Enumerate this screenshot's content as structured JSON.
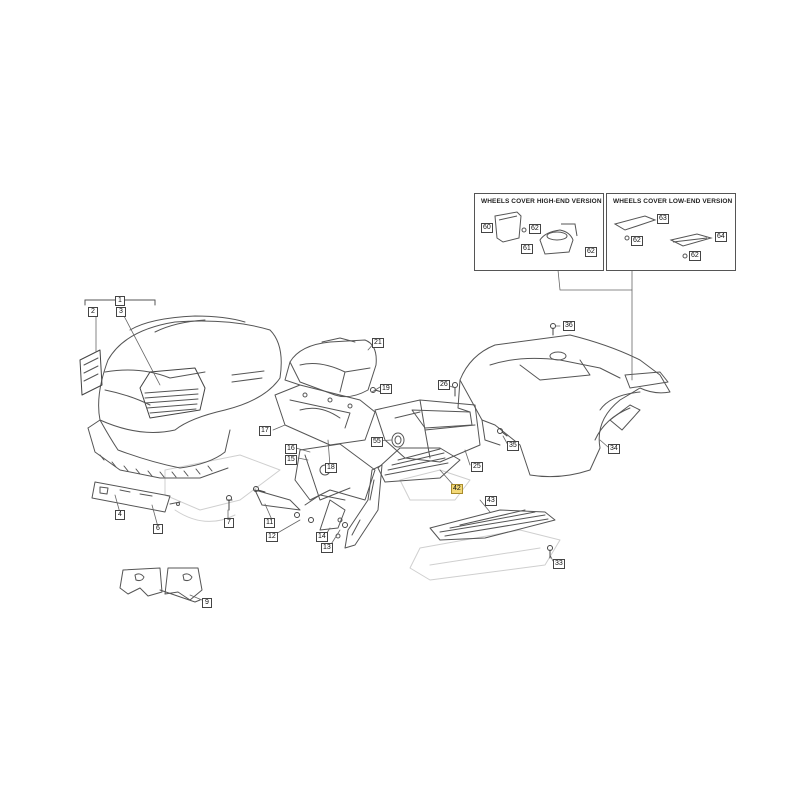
{
  "diagram": {
    "insets": [
      {
        "id": "high",
        "title": "WHEELS COVER HIGH-END VERSION",
        "labels": [
          "60",
          "62",
          "61",
          "62"
        ]
      },
      {
        "id": "low",
        "title": "WHEELS COVER LOW-END VERSION",
        "labels": [
          "63",
          "62",
          "64",
          "62"
        ]
      }
    ],
    "callouts": [
      {
        "label": "1"
      },
      {
        "label": "2"
      },
      {
        "label": "3"
      },
      {
        "label": "4"
      },
      {
        "label": "6"
      },
      {
        "label": "7"
      },
      {
        "label": "9"
      },
      {
        "label": "11"
      },
      {
        "label": "12"
      },
      {
        "label": "13"
      },
      {
        "label": "14"
      },
      {
        "label": "15"
      },
      {
        "label": "16"
      },
      {
        "label": "17"
      },
      {
        "label": "18"
      },
      {
        "label": "19"
      },
      {
        "label": "21"
      },
      {
        "label": "25"
      },
      {
        "label": "26"
      },
      {
        "label": "33"
      },
      {
        "label": "34"
      },
      {
        "label": "35"
      },
      {
        "label": "36"
      },
      {
        "label": "42",
        "highlight": true
      },
      {
        "label": "43"
      },
      {
        "label": "55"
      }
    ],
    "colors": {
      "line": "#555555",
      "highlight": "#f3d978",
      "ghost": "#d9d9d9"
    }
  }
}
